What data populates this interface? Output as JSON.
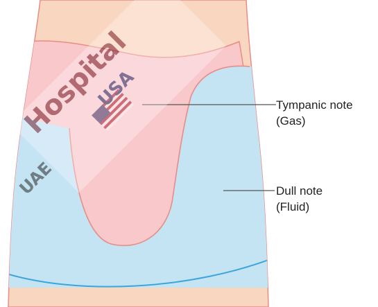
{
  "labels": {
    "tympanic_line1": "Tympanic note",
    "tympanic_line2": "(Gas)",
    "dull_line1": "Dull note",
    "dull_line2": "(Fluid)"
  },
  "watermark": {
    "line1": "Hospital",
    "line2": "USA",
    "line3": "UAE"
  },
  "colors": {
    "skin": "#f9d6bf",
    "gas": "#f8c8cb",
    "fluid": "#c4e3f3",
    "outline": "#e98c86",
    "fluid_outline": "#3ca6dc",
    "pointer": "#555555"
  }
}
